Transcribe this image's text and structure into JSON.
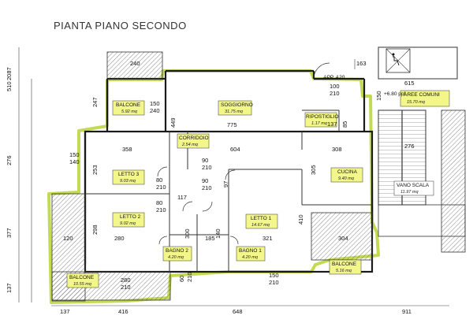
{
  "title": "PIANTA PIANO SECONDO",
  "rooms": {
    "balcone_top": {
      "name": "BALCONE",
      "area": "5.92 mq"
    },
    "soggiorno": {
      "name": "SOGGIORNO",
      "area": "31.75 mq"
    },
    "ripostiglio": {
      "name": "RIPOSTIGLIO",
      "area": "1.17 mq"
    },
    "corridoio": {
      "name": "CORRIDOIO",
      "area": "2.54 mq"
    },
    "letto3": {
      "name": "LETTO 3",
      "area": "9.03 mq"
    },
    "cucina": {
      "name": "CUCINA",
      "area": "9.40 mq"
    },
    "letto2": {
      "name": "LETTO 2",
      "area": "9.02 mq"
    },
    "letto1": {
      "name": "LETTO 1",
      "area": "14.67 mq"
    },
    "bagno2": {
      "name": "BAGNO 2",
      "area": "4.20 mq"
    },
    "bagno1": {
      "name": "BAGNO 1",
      "area": "4.20 mq"
    },
    "balcone_bl": {
      "name": "BALCONE",
      "area": "10.55 mq"
    },
    "balcone_br": {
      "name": "BALCONE",
      "area": "5.16 mq"
    },
    "aree_comuni": {
      "name": "AREE COMUNI",
      "area": "15.70 mq"
    },
    "vano_scala": {
      "name": "VANO SCALA",
      "area": "11.97 mq"
    }
  },
  "labels": {
    "app": "APP. A20",
    "level": "+6.80 ppf"
  },
  "dims": {
    "left_510": "510",
    "left_2087": "2087",
    "left_247": "247",
    "left_276": "276",
    "left_377": "377",
    "left_137": "137",
    "top_240": "240",
    "top_163": "163",
    "top_615": "615",
    "top_100": "100",
    "top_210": "210",
    "top_150r": "150",
    "bal_150": "150",
    "bal_240": "240",
    "sog_449": "449",
    "sog_775": "775",
    "rip_137": "137",
    "rip_85": "85",
    "c_150": "150",
    "c_140": "140",
    "c_358": "358",
    "c_604": "604",
    "c_308": "308",
    "c_276": "276",
    "l3_253": "253",
    "cor_90a": "90",
    "cor_210a": "210",
    "cor_97": "97",
    "cuc_305": "305",
    "d_80a": "80",
    "d_210a": "210",
    "d_117": "117",
    "d_80b": "80",
    "d_210b": "210",
    "d_90b": "90",
    "d_210c": "210",
    "l1_410": "410",
    "l2_298": "298",
    "b_120": "120",
    "l2_280": "280",
    "b2_300": "300",
    "b2_185": "185",
    "b1_140": "140",
    "l1_321": "321",
    "br_304": "304",
    "bot_280": "280",
    "bot_210": "210",
    "bot_60": "60",
    "bot_210b": "210",
    "bot_150": "150",
    "bot_210c": "210",
    "base_137": "137",
    "base_416": "416",
    "base_648": "648",
    "base_911": "911"
  }
}
